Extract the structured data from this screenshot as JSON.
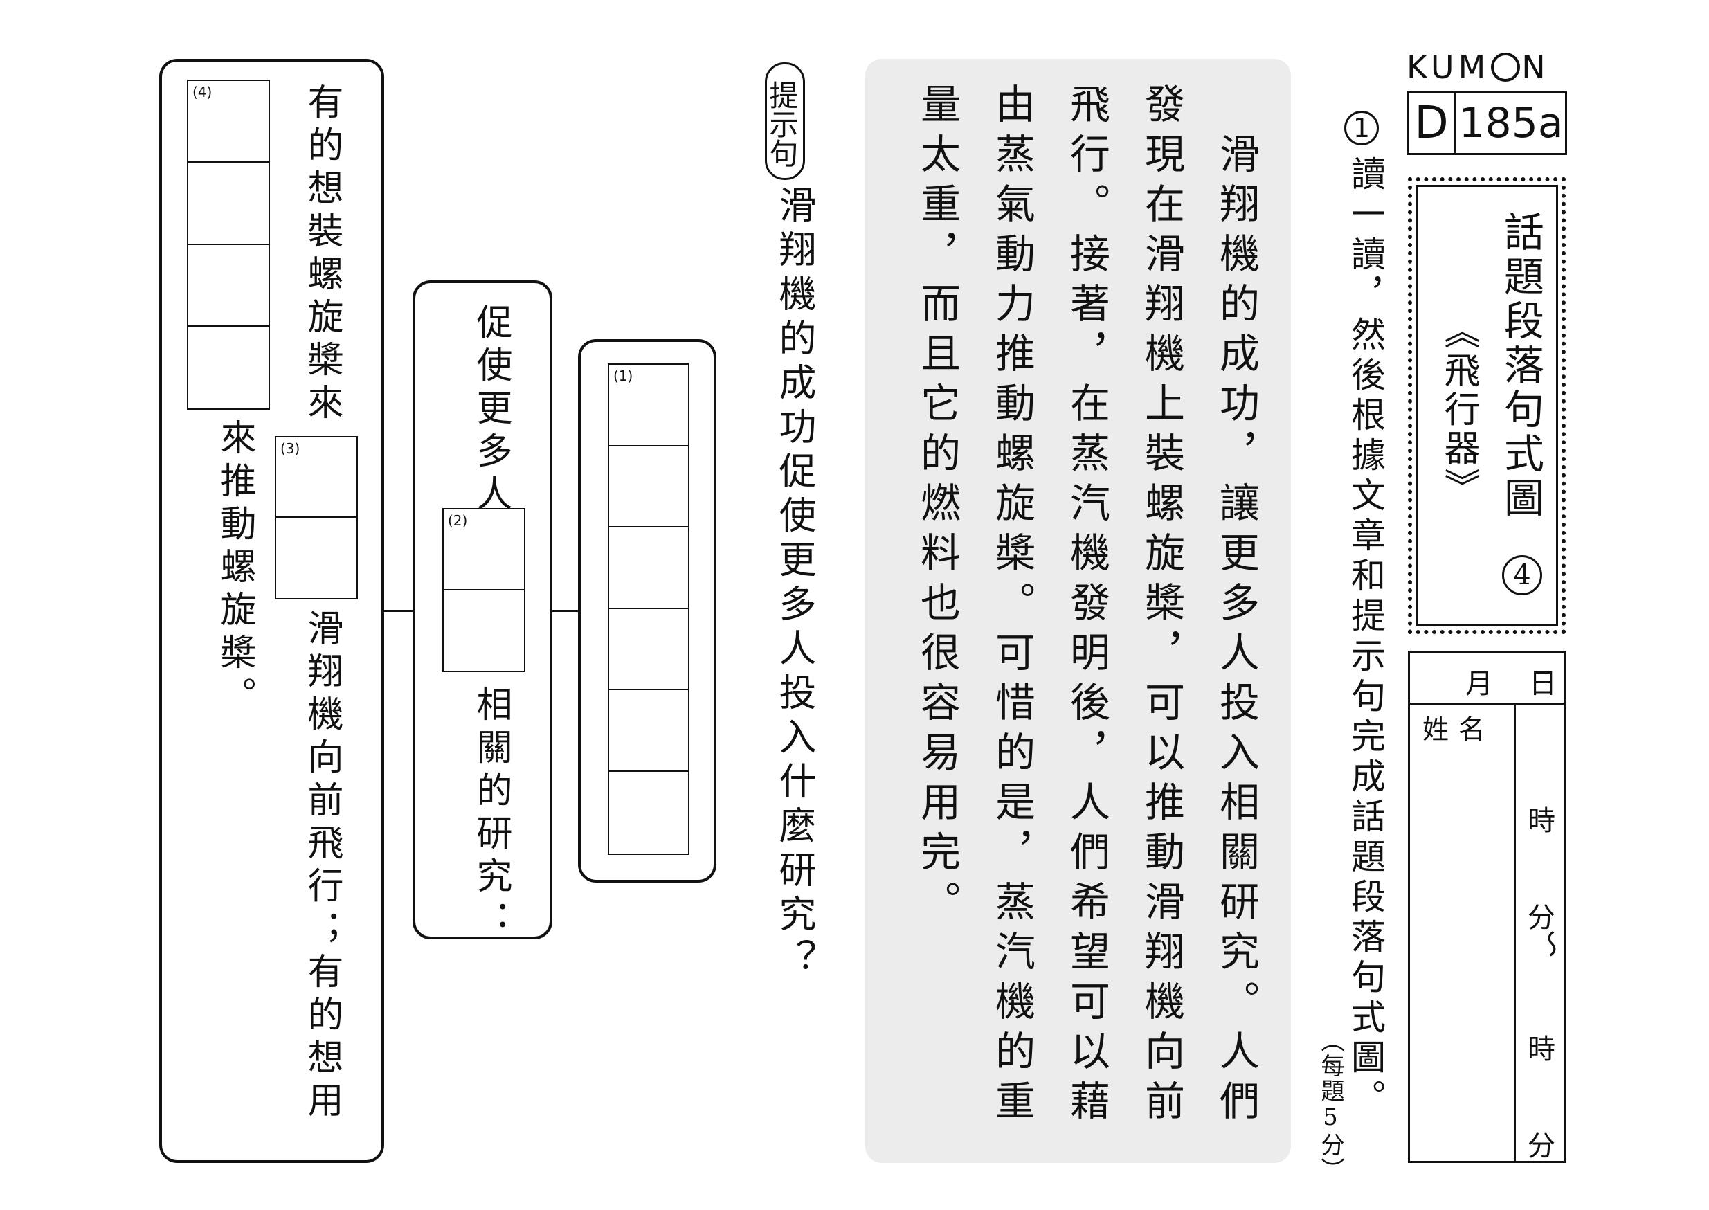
{
  "header": {
    "brand": "KUM",
    "brand_end": "N",
    "level": "D",
    "page": "185a"
  },
  "title": {
    "main": "話題段落句式圖",
    "sub": "《飛行器》",
    "number": "4"
  },
  "form": {
    "month": "月",
    "day": "日",
    "name": "姓名",
    "hour1": "時",
    "minute1": "分",
    "tilde": "〜",
    "hour2": "時",
    "minute2": "分"
  },
  "question": {
    "number": "1",
    "instruction": "讀一讀，然後根據文章和提示句完成話題段落句式圖。",
    "points": "（每題5分）"
  },
  "passage": {
    "text": "　滑翔機的成功，讓更多人投入相關研究。人們發現在滑翔機上裝螺旋槳，可以推動滑翔機向前飛行。接著，在蒸汽機發明後，人們希望可以藉由蒸氣動力推動螺旋槳。可惜的是，蒸汽機的重量太重，而且它的燃料也很容易用完。"
  },
  "hint": {
    "tag": "提示句",
    "text": "滑翔機的成功促使更多人投入什麼研究？"
  },
  "diagram": {
    "label1": "(1)",
    "label2": "(2)",
    "label3": "(3)",
    "label4": "(4)",
    "box2_pre": "促使更多人",
    "box2_post": "相關的研究：",
    "box3_col1": "有的想裝螺旋槳來",
    "box3_col2": "滑翔機向前飛行；有的想用",
    "box3_col3": "來推動螺旋槳。"
  }
}
